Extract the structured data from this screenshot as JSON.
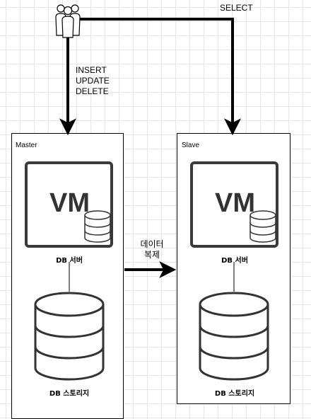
{
  "user": {
    "icon": "users-icon"
  },
  "read_flow": {
    "label": "SELECT"
  },
  "write_flow": {
    "lines": [
      "INSERT",
      "UPDATE",
      "DELETE"
    ]
  },
  "replication": {
    "lines": [
      "데이터",
      "복제"
    ]
  },
  "master": {
    "label": "Master",
    "vm_label": "VM",
    "server_label": "DB 서버",
    "storage_label": "DB 스토리지"
  },
  "slave": {
    "label": "Slave",
    "vm_label": "VM",
    "server_label": "DB 서버",
    "storage_label": "DB 스토리지"
  },
  "colors": {
    "stroke": "#000000",
    "vm_border": "#3a3a3a",
    "grid": "#e6e6e6"
  }
}
